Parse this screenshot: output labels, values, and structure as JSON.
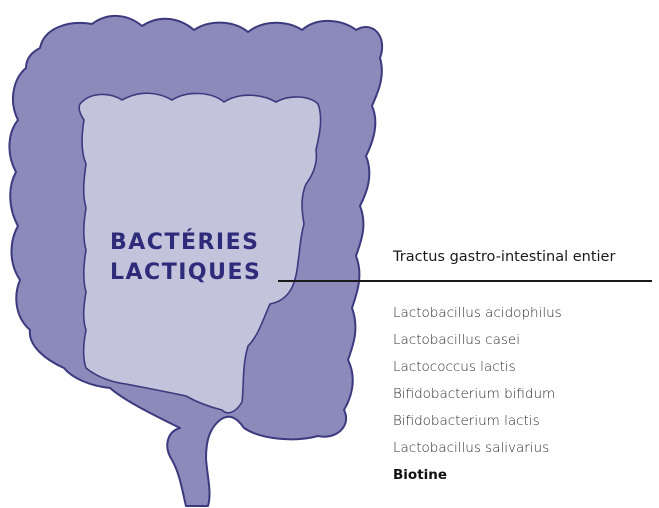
{
  "diagram": {
    "label_line1": "BACTÉRIES",
    "label_line2": "LACTIQUES",
    "region_title": "Tractus gastro-intestinal entier",
    "strains": [
      "Lactobacillus acidophilus",
      "Lactobacillus casei",
      "Lactococcus lactis",
      "Bifidobacterium bifidum",
      "Bifidobacterium lactis",
      "Lactobacillus salivarius"
    ],
    "extra_item": "Biotine"
  },
  "colors": {
    "colon_wall": "#8c8aba",
    "colon_outline": "#3c3a7e",
    "lumen": "#c4c3dc",
    "label": "#2d2b7a"
  }
}
